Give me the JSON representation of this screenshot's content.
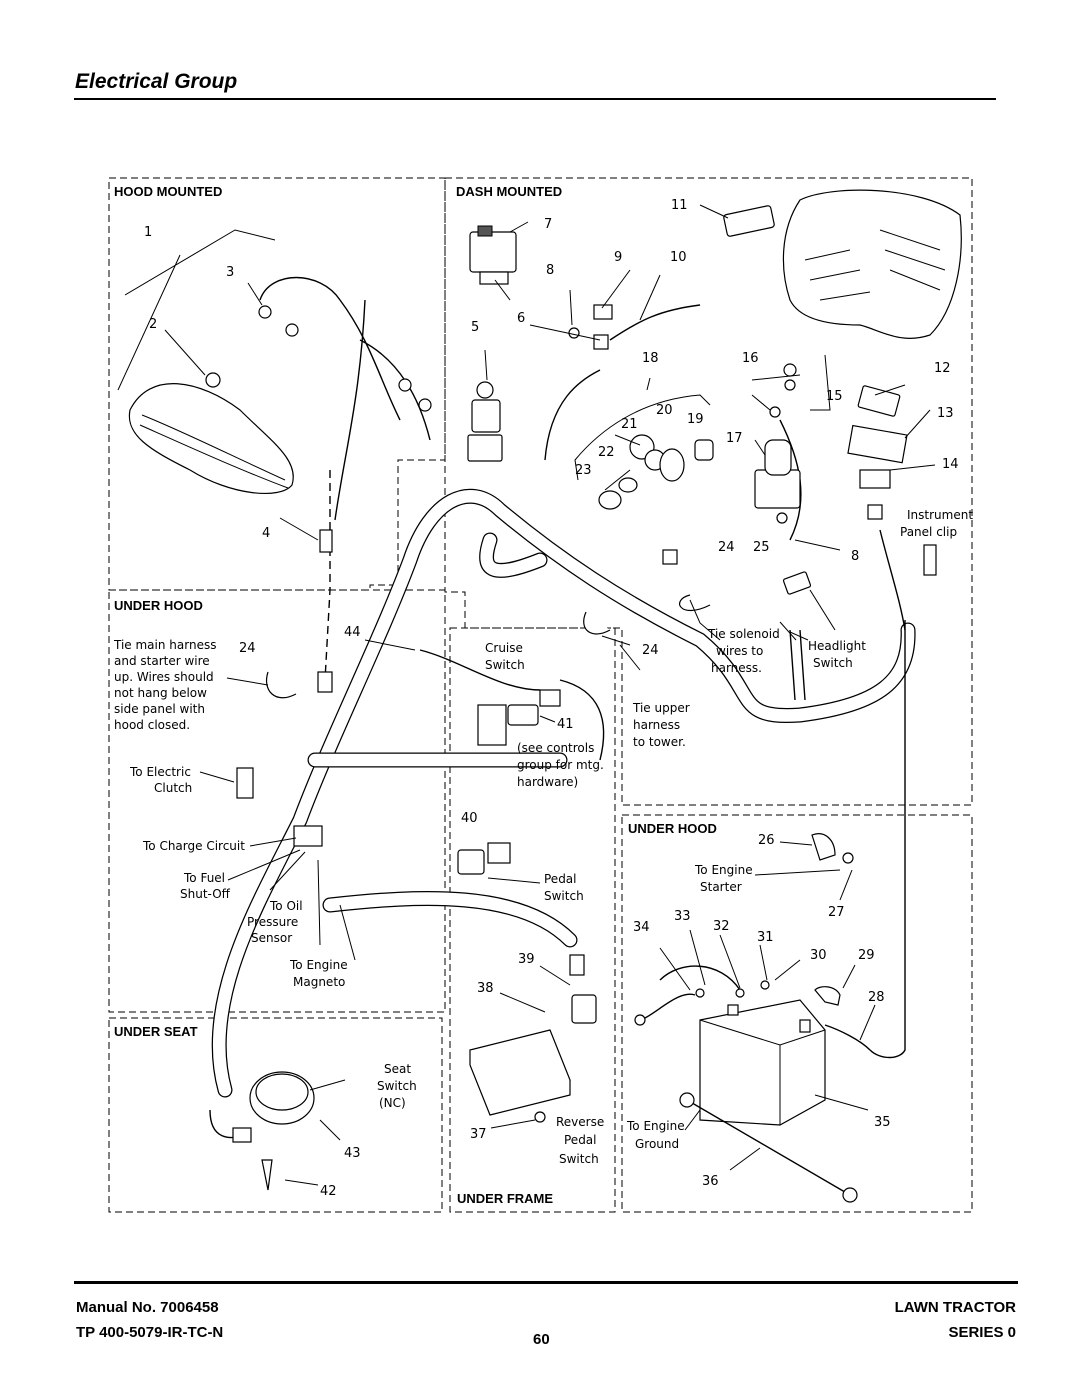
{
  "header": {
    "title": "Electrical Group"
  },
  "sections": {
    "hood_mounted": "HOOD MOUNTED",
    "dash_mounted": "DASH MOUNTED",
    "under_hood_left": "UNDER HOOD",
    "under_hood_right": "UNDER HOOD",
    "under_seat": "UNDER SEAT",
    "under_frame": "UNDER FRAME"
  },
  "callouts": {
    "n1": "1",
    "n2": "2",
    "n3": "3",
    "n4": "4",
    "n5": "5",
    "n6": "6",
    "n7": "7",
    "n8a": "8",
    "n8b": "8",
    "n9": "9",
    "n10": "10",
    "n11": "11",
    "n12": "12",
    "n13": "13",
    "n14": "14",
    "n15": "15",
    "n16": "16",
    "n17": "17",
    "n18": "18",
    "n19": "19",
    "n20": "20",
    "n21": "21",
    "n22": "22",
    "n23": "23",
    "n24a": "24",
    "n24b": "24",
    "n24c": "24",
    "n25": "25",
    "n26": "26",
    "n27": "27",
    "n28": "28",
    "n29": "29",
    "n30": "30",
    "n31": "31",
    "n32": "32",
    "n33": "33",
    "n34": "34",
    "n35": "35",
    "n36": "36",
    "n37": "37",
    "n38": "38",
    "n39": "39",
    "n40": "40",
    "n41": "41",
    "n42": "42",
    "n43": "43",
    "n44": "44"
  },
  "notes": {
    "tie_main": [
      "Tie main harness",
      "and starter wire",
      "up. Wires should",
      "not hang below",
      "side panel with",
      "hood closed."
    ],
    "electric_clutch": [
      "To Electric",
      "Clutch"
    ],
    "charge_circuit": "To Charge Circuit",
    "fuel_shutoff": [
      "To Fuel",
      "Shut-Off"
    ],
    "oil_pressure": [
      "To Oil",
      "Pressure",
      "Sensor"
    ],
    "engine_magneto": [
      "To Engine",
      "Magneto"
    ],
    "cruise_switch": [
      "Cruise",
      "Switch"
    ],
    "see_controls": [
      "(see controls",
      "group for mtg.",
      "hardware)"
    ],
    "pedal_switch": [
      "Pedal",
      "Switch"
    ],
    "tie_upper": [
      "Tie upper",
      "harness",
      "to tower."
    ],
    "tie_solenoid": [
      "Tie solenoid",
      "wires to",
      "harness."
    ],
    "headlight_switch": [
      "Headlight",
      "Switch"
    ],
    "instrument_clip": [
      "Instrument",
      "Panel clip"
    ],
    "engine_starter": [
      "To Engine",
      "Starter"
    ],
    "engine_ground": [
      "To Engine",
      "Ground"
    ],
    "seat_switch": [
      "Seat",
      "Switch",
      "(NC)"
    ],
    "reverse_pedal": [
      "Reverse",
      "Pedal",
      "Switch"
    ]
  },
  "footer": {
    "manual_label": "Manual No.  7006458",
    "tp_code": "TP 400-5079-IR-TC-N",
    "page_number": "60",
    "product": "LAWN TRACTOR",
    "series": "SERIES 0"
  }
}
